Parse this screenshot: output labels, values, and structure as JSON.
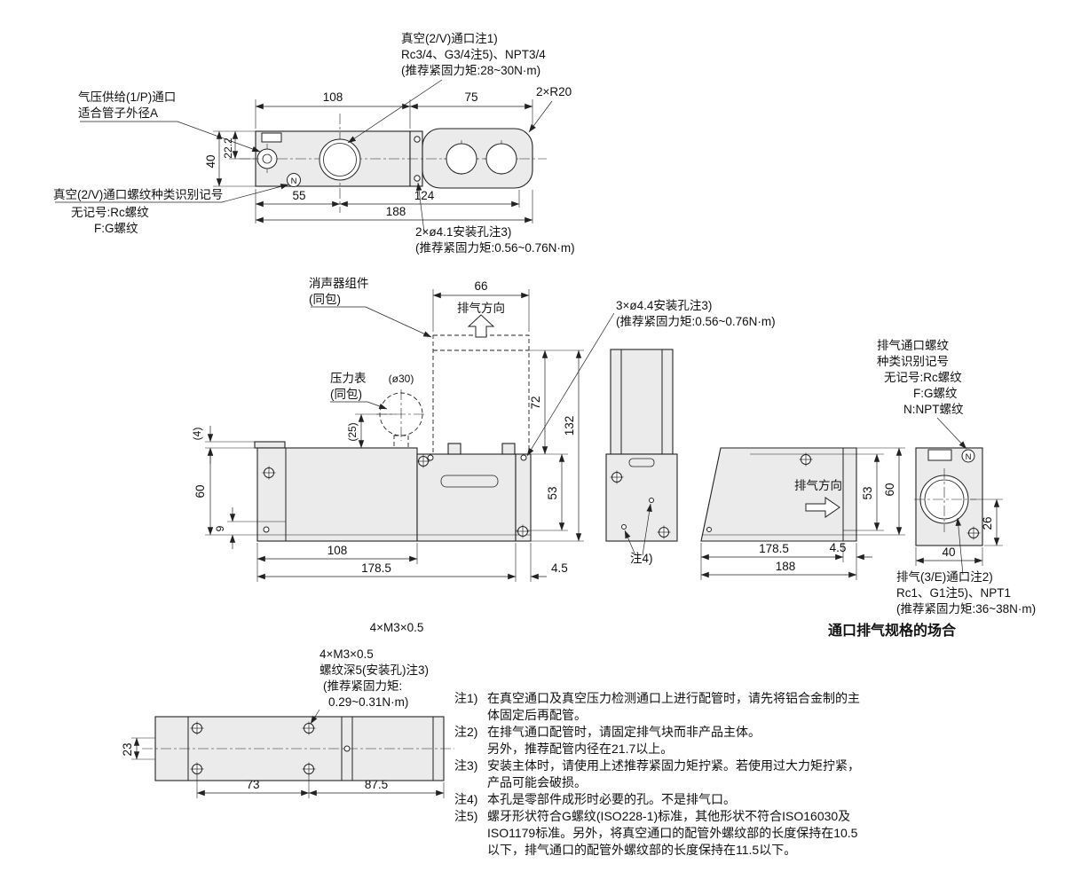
{
  "colors": {
    "line": "#222222",
    "part_fill": "#ebebeb",
    "background": "#ffffff"
  },
  "top_view": {
    "labels": {
      "vacuum_port_l1": "真空(2/V)通口注1)",
      "vacuum_port_l2": "Rc3/4、G3/4注5)、NPT3/4",
      "vacuum_port_l3": "(推荐紧固力矩:28~30N·m)",
      "supply_port_l1": "气压供给(1/P)通口",
      "supply_port_l2": "适合管子外径A",
      "thread_id_l1": "真空(2/V)通口螺纹种类识别记号",
      "thread_id_l2": "无记号:Rc螺纹",
      "thread_id_l3": "F:G螺纹",
      "mount_hole_l1": "2×ø4.1安装孔注3)",
      "mount_hole_l2": "(推荐紧固力矩:0.56~0.76N·m)",
      "n_mark": "N"
    },
    "dims": {
      "d108": "108",
      "d75": "75",
      "r20": "2×R20",
      "d40": "40",
      "d22_2": "22.2",
      "d55": "55",
      "d124": "124",
      "d188": "188"
    }
  },
  "front_view": {
    "labels": {
      "muffler_l1": "消声器组件",
      "muffler_l2": "(同包)",
      "exhaust_dir": "排气方向",
      "mount_hole_l1": "3×ø4.4安装孔注3)",
      "mount_hole_l2": "(推荐紧固力矩:0.56~0.76N·m)",
      "gauge_l1": "压力表",
      "gauge_l2": "(同包)"
    },
    "dims": {
      "d66": "66",
      "o30": "(ø30)",
      "d25": "(25)",
      "d4": "(4)",
      "d60": "60",
      "d9": "9",
      "d72": "72",
      "d132": "132",
      "d53": "53",
      "d108": "108",
      "d178_5": "178.5",
      "d4_5": "4.5"
    }
  },
  "side_view": {
    "note4_ref": "注4)"
  },
  "exhaust_spec": {
    "labels": {
      "thread_l1": "排气通口螺纹",
      "thread_l2": "种类识别记号",
      "thread_l3": "无记号:Rc螺纹",
      "thread_l4": "F:G螺纹",
      "thread_l5": "N:NPT螺纹",
      "exhaust_dir": "排气方向",
      "port_l1": "排气(3/E)通口注2)",
      "port_l2": "Rc1、G1注5)、NPT1",
      "port_l3": "(推荐紧固力矩:36~38N·m)",
      "n_mark": "N",
      "caption": "通口排气规格的场合"
    },
    "dims": {
      "d53": "53",
      "d60": "60",
      "d26": "26",
      "d40": "40",
      "d178_5": "178.5",
      "d188": "188",
      "d4_5": "4.5"
    }
  },
  "bottom_view": {
    "labels": {
      "caption": "4×M3×0.5",
      "thread_l1": "4×M3×0.5",
      "thread_l2": "螺纹深5(安装孔)注3)",
      "thread_l3": "(推荐紧固力矩:",
      "thread_l4": "0.29~0.31N·m)"
    },
    "dims": {
      "d23": "23",
      "d73": "73",
      "d87_5": "87.5"
    }
  },
  "notes": [
    {
      "tag": "注1)",
      "lines": [
        "在真空通口及真空压力检测通口上进行配管时，请先将铝合金制的主",
        "体固定后再配管。"
      ]
    },
    {
      "tag": "注2)",
      "lines": [
        "在排气通口配管时，请固定排气块而非产品主体。",
        "另外，推荐配管内径在21.7以上。"
      ]
    },
    {
      "tag": "注3)",
      "lines": [
        "安装主体时，请使用上述推荐紧固力矩拧紧。若使用过大力矩拧紧，",
        "产品可能会破损。"
      ]
    },
    {
      "tag": "注4)",
      "lines": [
        "本孔是零部件成形时必要的孔。不是排气口。"
      ]
    },
    {
      "tag": "注5)",
      "lines": [
        "螺牙形状符合G螺纹(ISO228-1)标准，其他形状不符合ISO16030及",
        "ISO1179标准。另外，将真空通口的配管外螺纹部的长度保持在10.5",
        "以下，排气通口的配管外螺纹部的长度保持在11.5以下。"
      ]
    }
  ]
}
